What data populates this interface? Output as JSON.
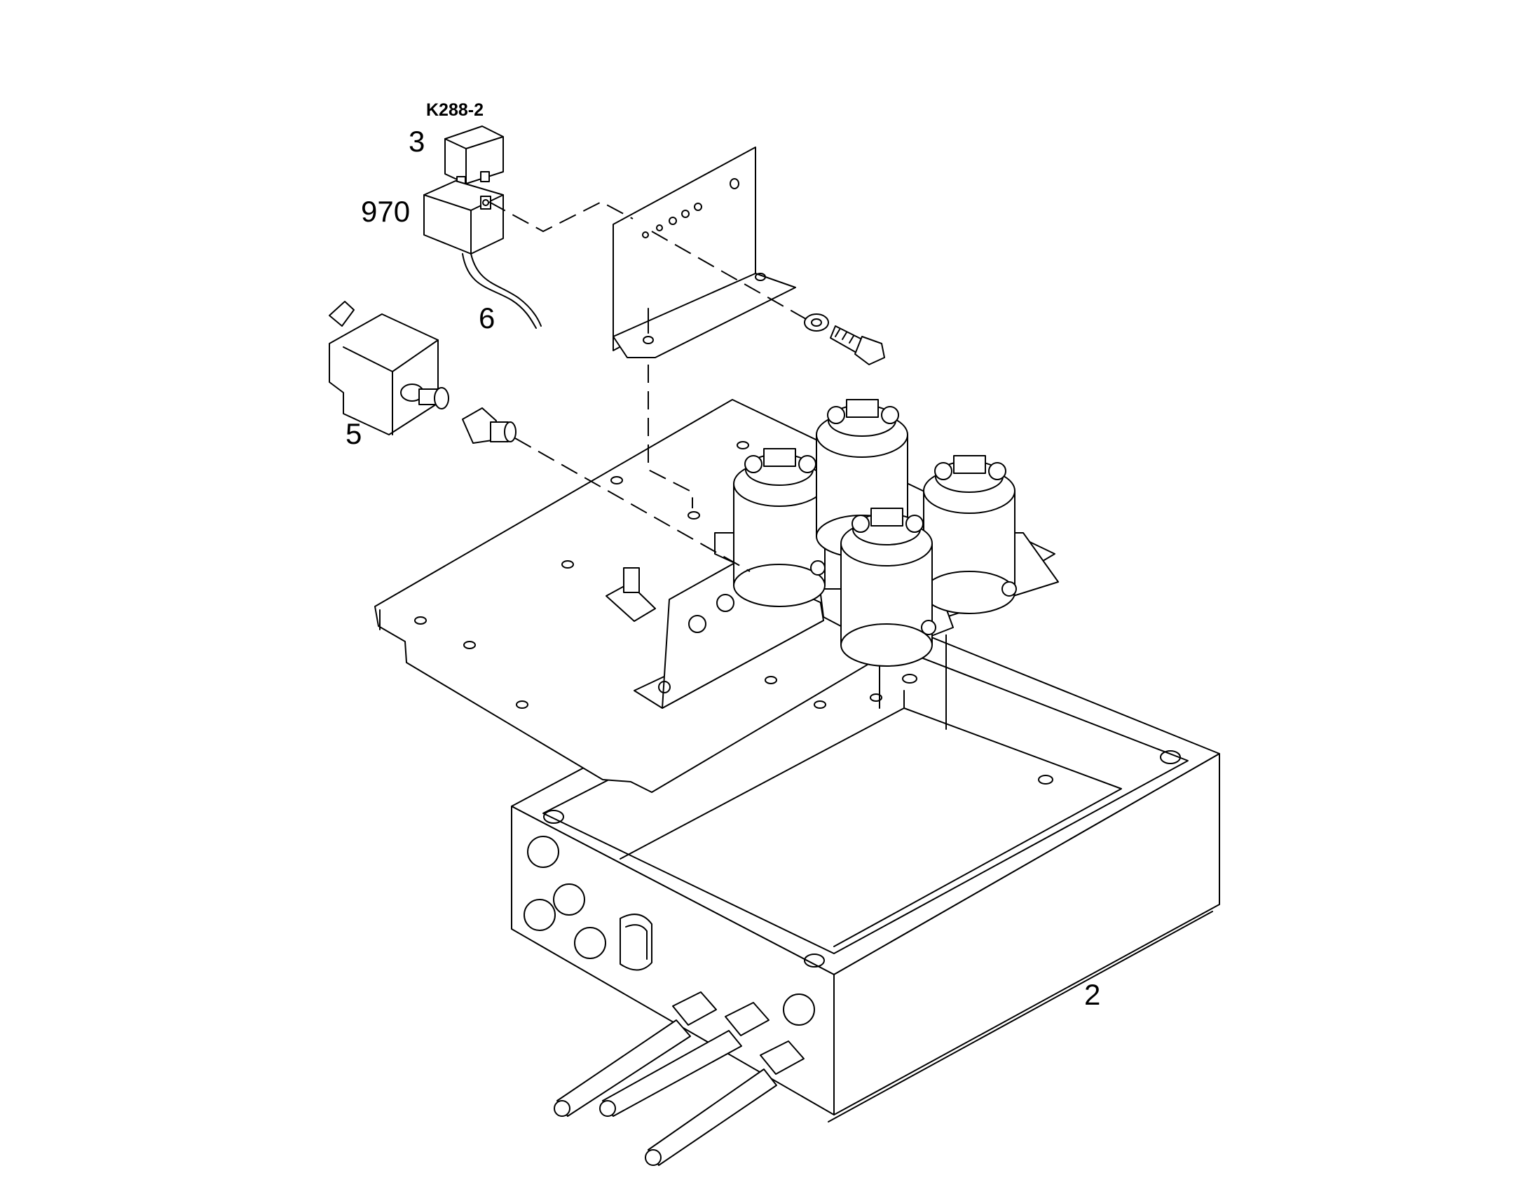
{
  "labels": {
    "ref_k288_2": "K288-2",
    "part_3": "3",
    "part_970": "970",
    "part_6": "6",
    "part_5": "5",
    "part_2": "2"
  }
}
